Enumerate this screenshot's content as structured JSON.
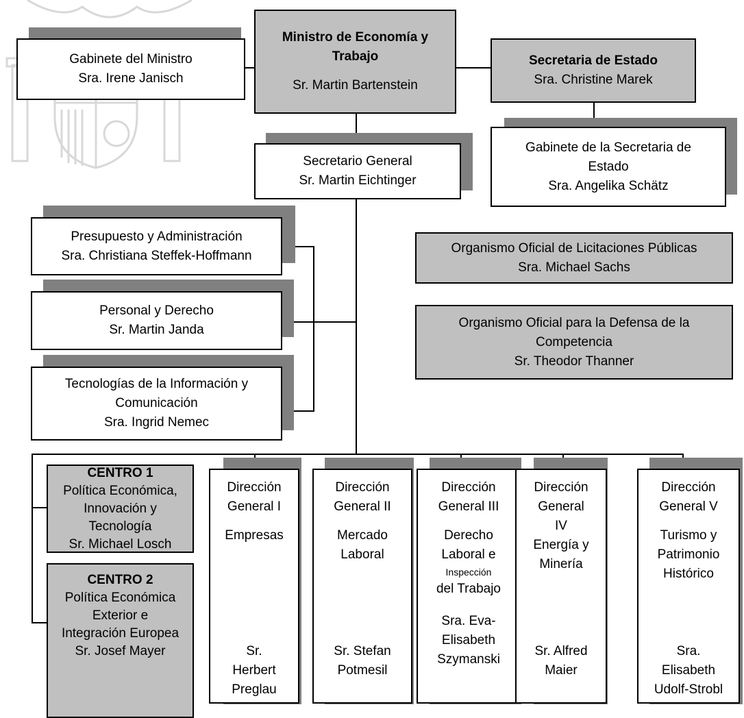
{
  "ministro": {
    "title_l1": "Ministro de Economía y",
    "title_l2": "Trabajo",
    "name": "Sr. Martin Bartenstein"
  },
  "gabinete_ministro": {
    "title": "Gabinete del Ministro",
    "name": "Sra. Irene Janisch"
  },
  "secretaria_estado": {
    "title": "Secretaria de Estado",
    "name": "Sra. Christine Marek"
  },
  "gabinete_secretaria": {
    "l1": "Gabinete de la Secretaria de",
    "l2": "Estado",
    "name": "Sra. Angelika Schätz"
  },
  "secretario_general": {
    "title": "Secretario General",
    "name": "Sr. Martin Eichtinger"
  },
  "presupuesto": {
    "title": "Presupuesto y Administración",
    "name": "Sra. Christiana Steffek-Hoffmann"
  },
  "personal": {
    "title": "Personal y Derecho",
    "name": "Sr. Martin Janda"
  },
  "tecnologias": {
    "l1": "Tecnologías de la Información y",
    "l2": "Comunicación",
    "name": "Sra. Ingrid Nemec"
  },
  "licitaciones": {
    "title": "Organismo Oficial de Licitaciones Públicas",
    "name": "Sra. Michael Sachs"
  },
  "competencia": {
    "l1": "Organismo Oficial para la Defensa de la",
    "l2": "Competencia",
    "name": "Sr. Theodor Thanner"
  },
  "centro1": {
    "title": "CENTRO 1",
    "lines": [
      "Política Económica,",
      "Innovación y",
      "Tecnología",
      "Sr. Michael Losch"
    ]
  },
  "centro2": {
    "title": "CENTRO 2",
    "lines": [
      "Política Económica",
      "Exterior e",
      "Integración Europea",
      "Sr. Josef Mayer"
    ]
  },
  "dg1": {
    "head": [
      "Dirección",
      "General I"
    ],
    "area": [
      "Empresas"
    ],
    "person": [
      "Sr.",
      "Herbert",
      "Preglau"
    ]
  },
  "dg2": {
    "head": [
      "Dirección",
      "General II"
    ],
    "area": [
      "Mercado",
      "Laboral"
    ],
    "person": [
      "Sr. Stefan",
      "Potmesil"
    ]
  },
  "dg3": {
    "head": [
      "Dirección",
      "General III"
    ],
    "area": [
      "Derecho",
      "Laboral e",
      "Inspección",
      "del Trabajo"
    ],
    "person": [
      "Sra. Eva-",
      "Elisabeth",
      "Szymanski"
    ]
  },
  "dg4": {
    "head": [
      "Dirección",
      "General",
      "IV"
    ],
    "area": [
      "Energía y",
      "Minería"
    ],
    "person": [
      "Sr. Alfred",
      "Maier"
    ]
  },
  "dg5": {
    "head": [
      "Dirección",
      "General V"
    ],
    "area": [
      "Turismo y",
      "Patrimonio",
      "Histórico"
    ],
    "person": [
      "Sra.",
      "Elisabeth",
      "Udolf-Strobl"
    ]
  },
  "colors": {
    "box_gray": "#c0c0c0",
    "shadow": "#808080",
    "line": "#000000"
  }
}
